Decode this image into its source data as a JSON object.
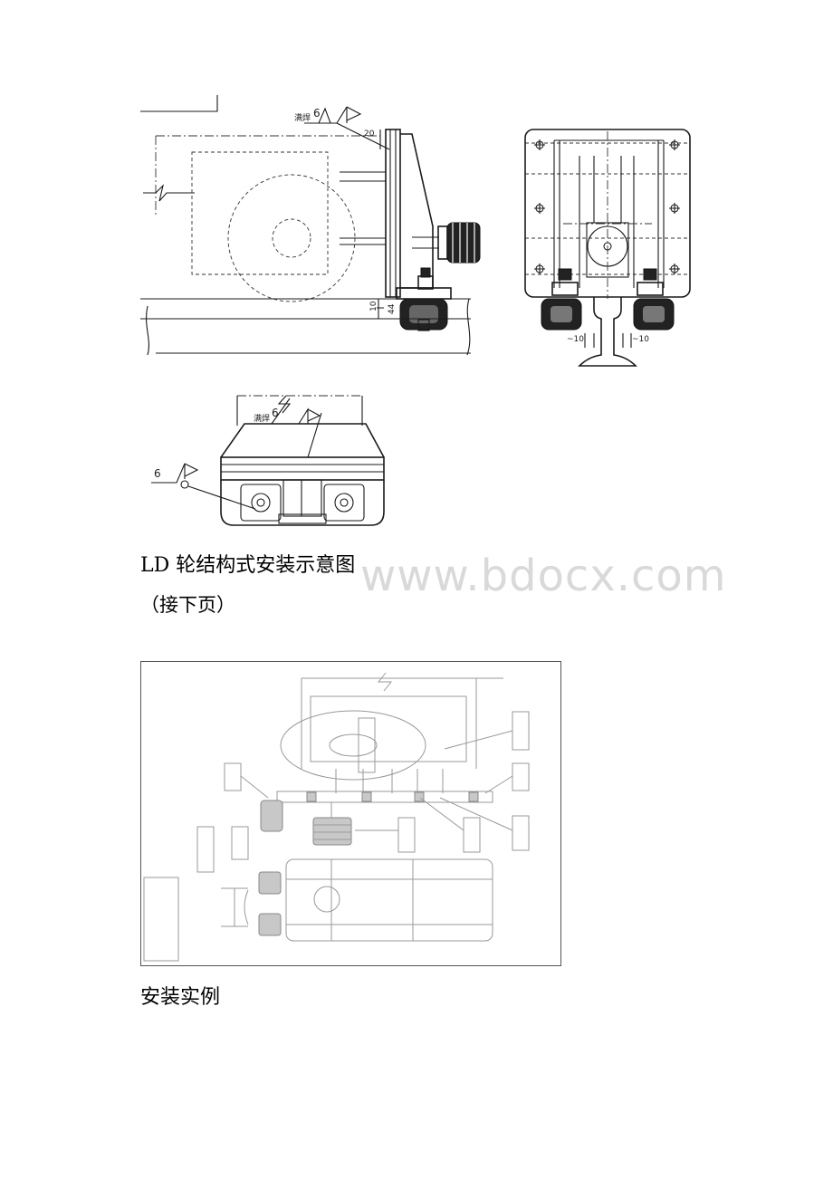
{
  "figure1": {
    "caption": "LD 轮结构式安装示意图",
    "weld_label": "满焊",
    "weld_size": "6",
    "dim_10": "10",
    "dim_44": "44",
    "dim_approx_left": "~10",
    "dim_approx_right": "~10"
  },
  "continued_note": "（接下页）",
  "watermark": "www.bdocx.com",
  "figure2": {
    "caption": "安装实例"
  }
}
